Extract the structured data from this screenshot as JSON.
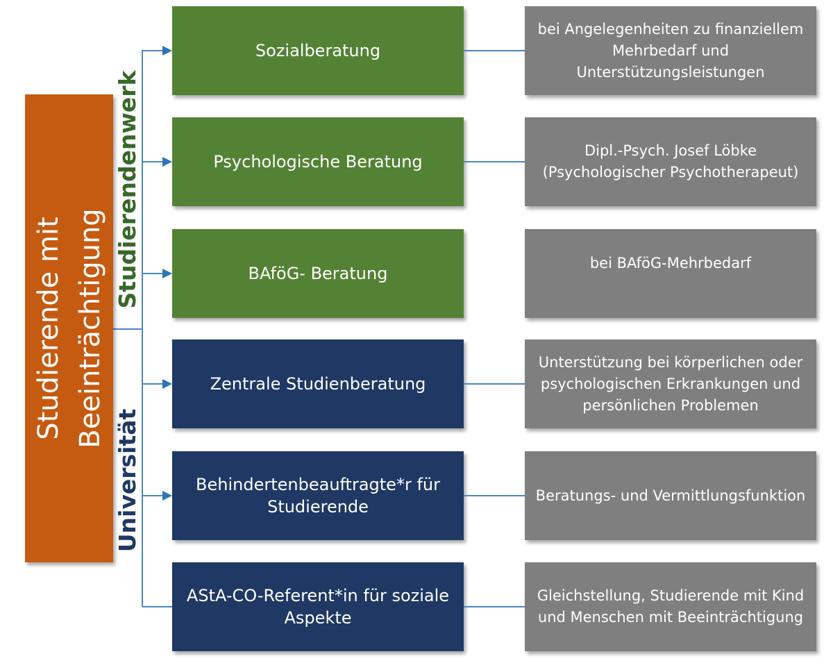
{
  "root": {
    "lines": [
      "Studierende mit",
      "Beeinträchtigung"
    ],
    "color": "#c55a11"
  },
  "groups": [
    {
      "label": "Studierendenwerk",
      "color": "#38672a"
    },
    {
      "label": "Universität",
      "color": "#1f3864"
    }
  ],
  "services": [
    {
      "title": "Sozialberatung",
      "group": "Studierendenwerk",
      "color": "#548235",
      "description": "bei Angelegenheiten zu finanziellem Mehrbedarf und Unterstützungsleistungen"
    },
    {
      "title": "Psychologische Beratung",
      "group": "Studierendenwerk",
      "color": "#548235",
      "description": "Dipl.-Psych. Josef Löbke (Psychologischer Psychotherapeut)"
    },
    {
      "title": "BAföG- Beratung",
      "group": "Studierendenwerk",
      "color": "#548235",
      "description": "bei BAföG-Mehrbedarf"
    },
    {
      "title": "Zentrale Studienberatung",
      "group": "Universität",
      "color": "#1f3864",
      "description": "Unterstützung bei körperlichen oder psychologischen Erkrankungen und persönlichen Problemen"
    },
    {
      "title": "Behindertenbeauftragte*r für Studierende",
      "group": "Universität",
      "color": "#1f3864",
      "description": "Beratungs- und Vermittlungsfunktion"
    },
    {
      "title": "AStA-CO-Referent*in für soziale Aspekte",
      "group": "Universität",
      "color": "#1f3864",
      "description": "Gleichstellung, Studierende mit Kind und Menschen mit Beeinträchtigung"
    }
  ],
  "connector_color": "#4a86c5",
  "description_box_color": "#7f7f7f"
}
